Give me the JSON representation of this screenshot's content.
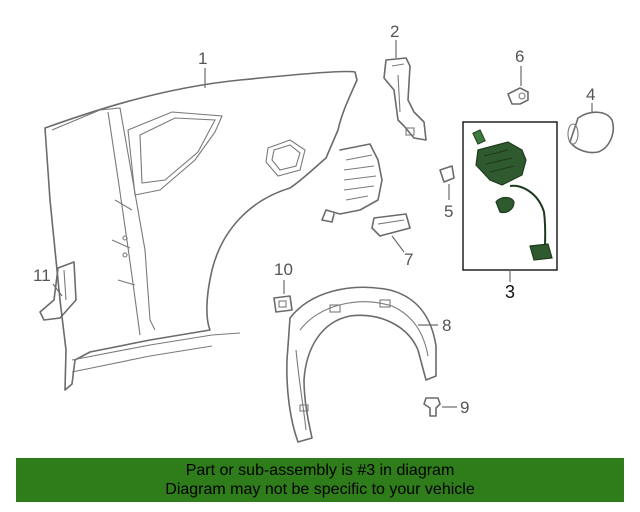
{
  "callouts": {
    "c1": "1",
    "c2": "2",
    "c3": "3",
    "c4": "4",
    "c5": "5",
    "c6": "6",
    "c7": "7",
    "c8": "8",
    "c9": "9",
    "c10": "10",
    "c11": "11"
  },
  "banner": {
    "line1": "Part or sub-assembly is #3 in diagram",
    "line2": "Diagram may not be specific to your vehicle"
  },
  "colors": {
    "highlight": "#2f5a2f",
    "banner_bg": "#2e7d1a"
  }
}
